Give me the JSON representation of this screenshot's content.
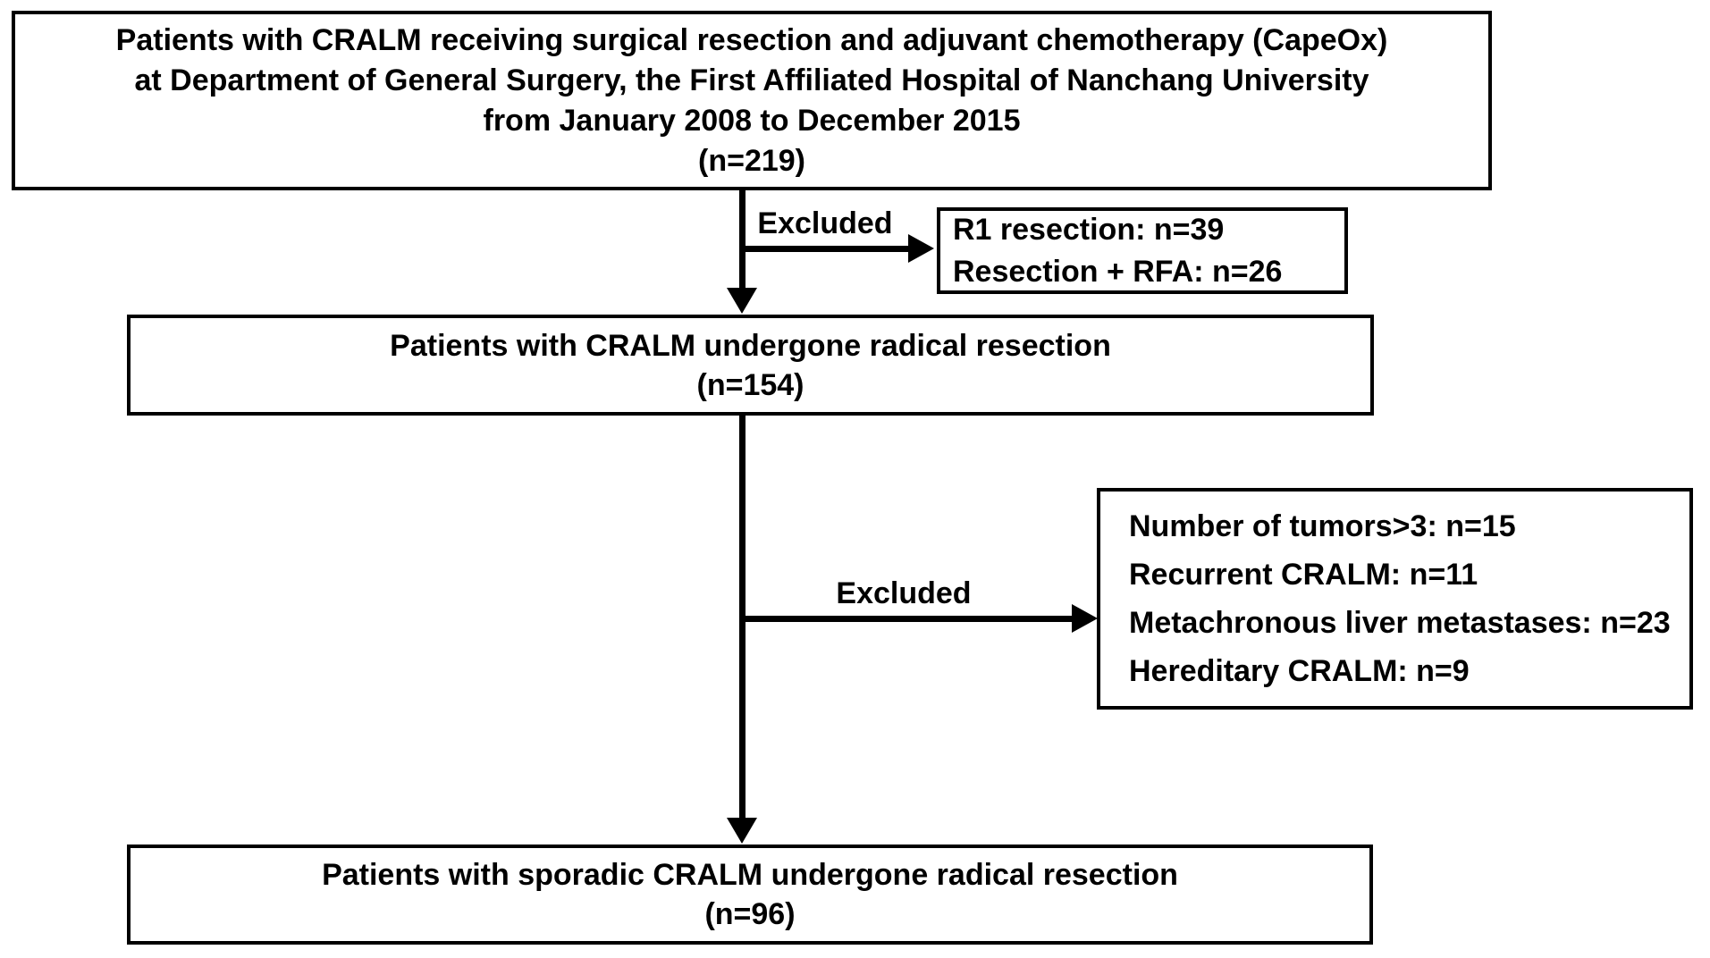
{
  "diagram": {
    "title_semantic": "Patient enrollment flowchart",
    "colors": {
      "background": "#ffffff",
      "box_border": "#000000",
      "line": "#000000",
      "text": "#000000"
    },
    "enrollment_box": {
      "lines": [
        "Patients with CRALM receiving surgical resection and adjuvant chemotherapy (CapeOx)",
        "at Department of General Surgery, the First Affiliated Hospital of Nanchang University",
        "from January 2008 to December 2015",
        "(n=219)"
      ],
      "n": 219
    },
    "branch_1": {
      "label": "Excluded",
      "exclusion_box": {
        "lines": [
          "R1 resection: n=39",
          "Resection + RFA: n=26"
        ],
        "counts": [
          39,
          26
        ]
      }
    },
    "radical_resection_box": {
      "lines": [
        "Patients with CRALM undergone radical resection",
        "(n=154)"
      ],
      "n": 154
    },
    "branch_2": {
      "label": "Excluded",
      "exclusion_box": {
        "lines": [
          "Number of tumors>3: n=15",
          "Recurrent CRALM: n=11",
          "Metachronous liver metastases: n=23",
          "Hereditary CRALM: n=9"
        ],
        "counts": [
          15,
          11,
          23,
          9
        ]
      }
    },
    "sporadic_box": {
      "lines": [
        "Patients with sporadic CRALM undergone radical resection",
        "(n=96)"
      ],
      "n": 96
    }
  }
}
